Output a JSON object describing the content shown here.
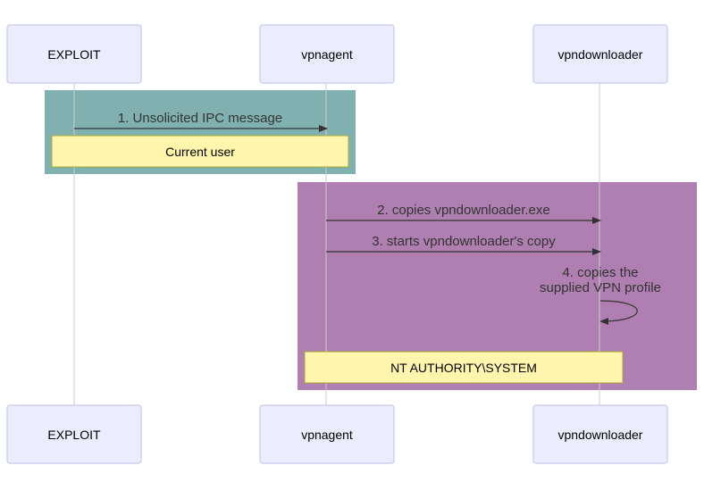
{
  "colors": {
    "actor_fill": "#ECECFF",
    "actor_border": "#C8C8EE",
    "lifeline": "#CCCCCC",
    "rect_user": "#80B1B0",
    "rect_system": "#AF7FB2",
    "note_fill": "#FFF5AD",
    "note_border": "#AAAA33",
    "message": "#333333"
  },
  "actors": {
    "exploit": "EXPLOIT",
    "vpnagent": "vpnagent",
    "vpndownloader": "vpndownloader"
  },
  "messages": {
    "m1": "1. Unsolicited IPC message",
    "m2": "2. copies vpndownloader.exe",
    "m3": "3. starts vpndownloader's copy",
    "m4_line1": "4. copies the",
    "m4_line2": "supplied VPN profile"
  },
  "notes": {
    "current_user": "Current user",
    "system": "NT AUTHORITY\\SYSTEM"
  }
}
